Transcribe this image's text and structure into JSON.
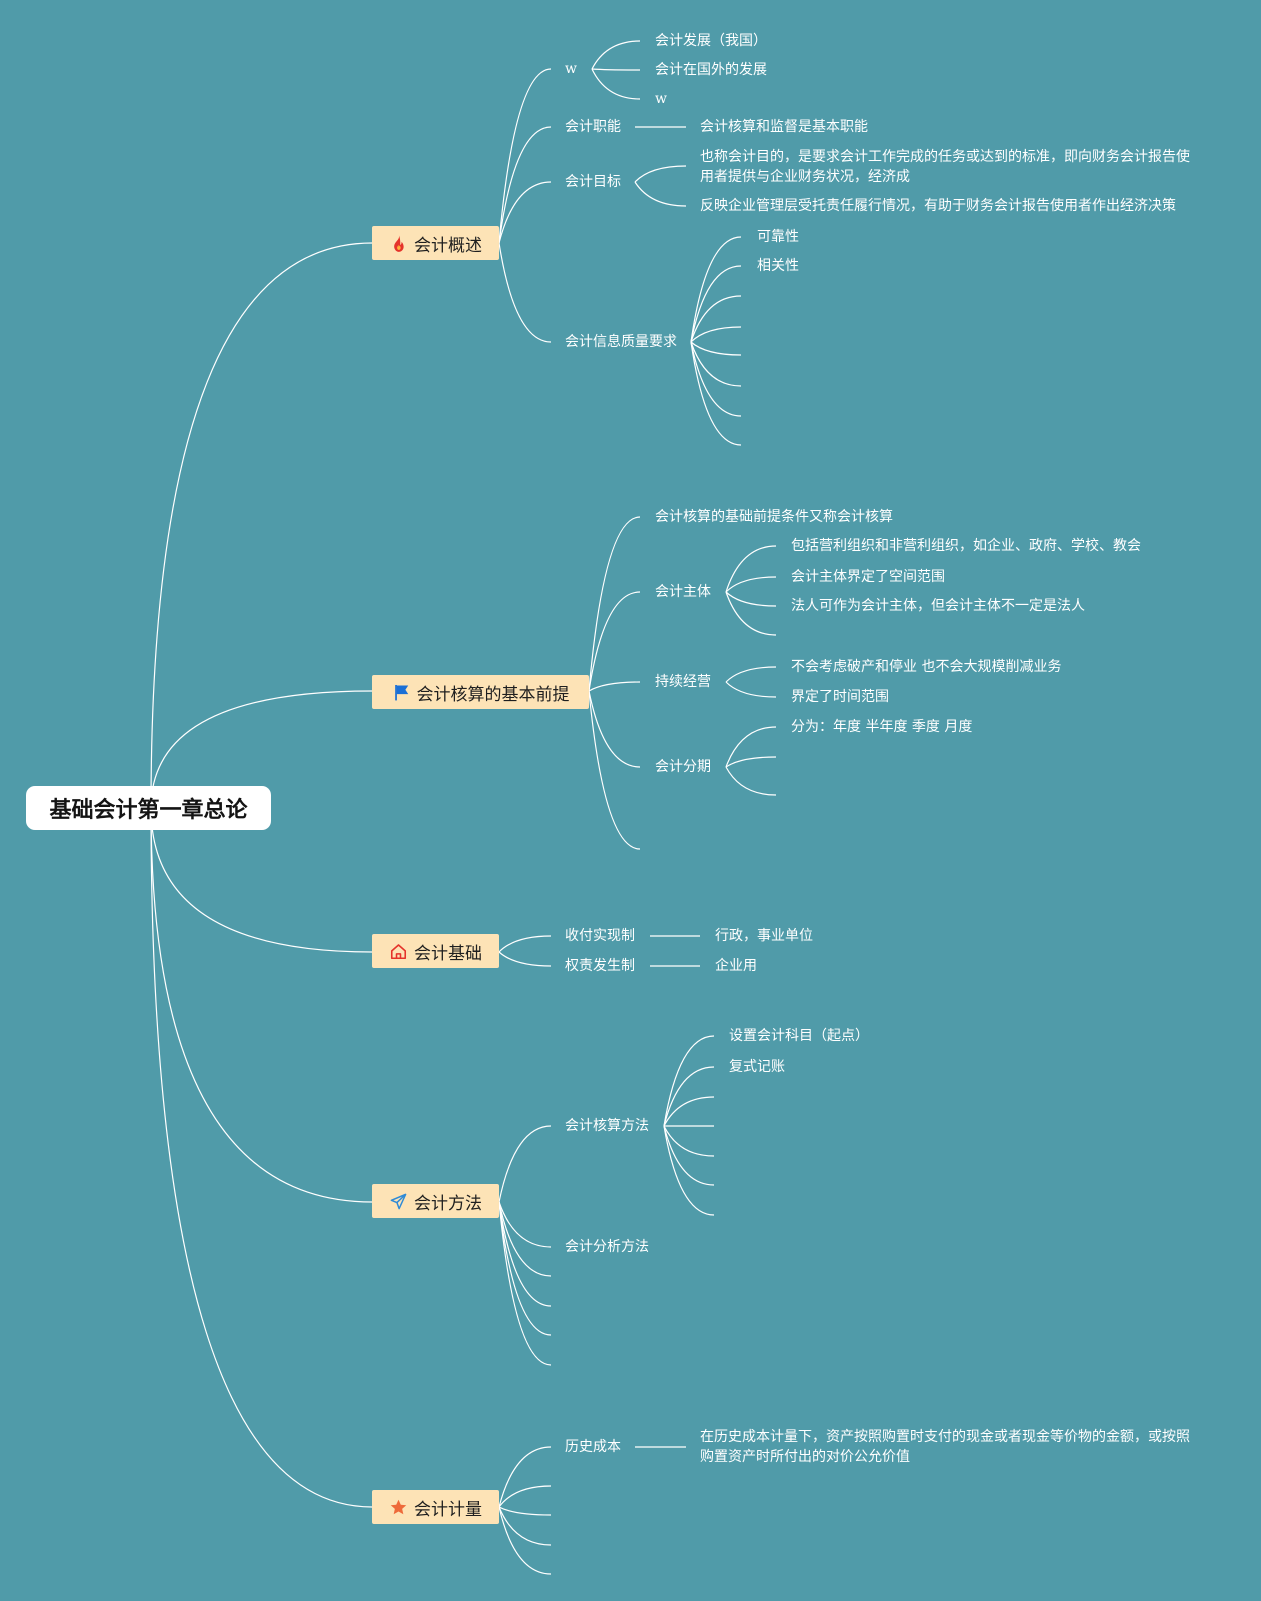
{
  "title": "基础会计第一章总论",
  "colors": {
    "background": "#509ba9",
    "branch_fill": "#fde3b6",
    "root_fill": "#ffffff",
    "line": "#ffffff",
    "subtopic_text": "#ffffff",
    "topic_text": "#1f1f1f"
  },
  "branches": [
    {
      "label": "会计概述",
      "icon": "fire-icon",
      "icon_color": "#e5332a",
      "children": [
        {
          "label": "w",
          "children": [
            {
              "label": "会计发展（我国）"
            },
            {
              "label": "会计在国外的发展"
            },
            {
              "label": "w"
            }
          ]
        },
        {
          "label": "会计职能",
          "children": [
            {
              "label": "会计核算和监督是基本职能"
            }
          ]
        },
        {
          "label": "会计目标",
          "children": [
            {
              "label": "也称会计目的，是要求会计工作完成的任务或达到的标准，即向财务会计报告使用者提供与企业财务状况，经济成"
            },
            {
              "label": "反映企业管理层受托责任履行情况，有助于财务会计报告使用者作出经济决策"
            }
          ]
        },
        {
          "label": "会计信息质量要求",
          "children": [
            {
              "label": "可靠性"
            },
            {
              "label": "相关性"
            }
          ]
        }
      ]
    },
    {
      "label": "会计核算的基本前提",
      "icon": "flag-icon",
      "icon_color": "#1a6fd6",
      "children": [
        {
          "label": "会计核算的基础前提条件又称会计核算"
        },
        {
          "label": "会计主体",
          "children": [
            {
              "label": "包括营利组织和非营利组织，如企业、政府、学校、教会"
            },
            {
              "label": "会计主体界定了空间范围"
            },
            {
              "label": "法人可作为会计主体，但会计主体不一定是法人"
            }
          ]
        },
        {
          "label": "持续经营",
          "children": [
            {
              "label": "不会考虑破产和停业 也不会大规模削减业务"
            },
            {
              "label": "界定了时间范围"
            }
          ]
        },
        {
          "label": "会计分期",
          "children": [
            {
              "label": "分为：年度 半年度 季度 月度"
            }
          ]
        }
      ]
    },
    {
      "label": "会计基础",
      "icon": "house-icon",
      "icon_color": "#e5332a",
      "children": [
        {
          "label": "收付实现制",
          "children": [
            {
              "label": "行政，事业单位"
            }
          ]
        },
        {
          "label": "权责发生制",
          "children": [
            {
              "label": "企业用"
            }
          ]
        }
      ]
    },
    {
      "label": "会计方法",
      "icon": "paper-plane-icon",
      "icon_color": "#2f8ad6",
      "children": [
        {
          "label": "会计核算方法",
          "children": [
            {
              "label": "设置会计科目（起点）"
            },
            {
              "label": "复式记账"
            }
          ]
        },
        {
          "label": "会计分析方法"
        }
      ]
    },
    {
      "label": "会计计量",
      "icon": "star-icon",
      "icon_color": "#ee6a3a",
      "children": [
        {
          "label": "历史成本",
          "children": [
            {
              "label": "在历史成本计量下，资产按照购置时支付的现金或者现金等价物的金额，或按照购置资产时所付出的对价公允价值"
            }
          ]
        }
      ]
    }
  ]
}
